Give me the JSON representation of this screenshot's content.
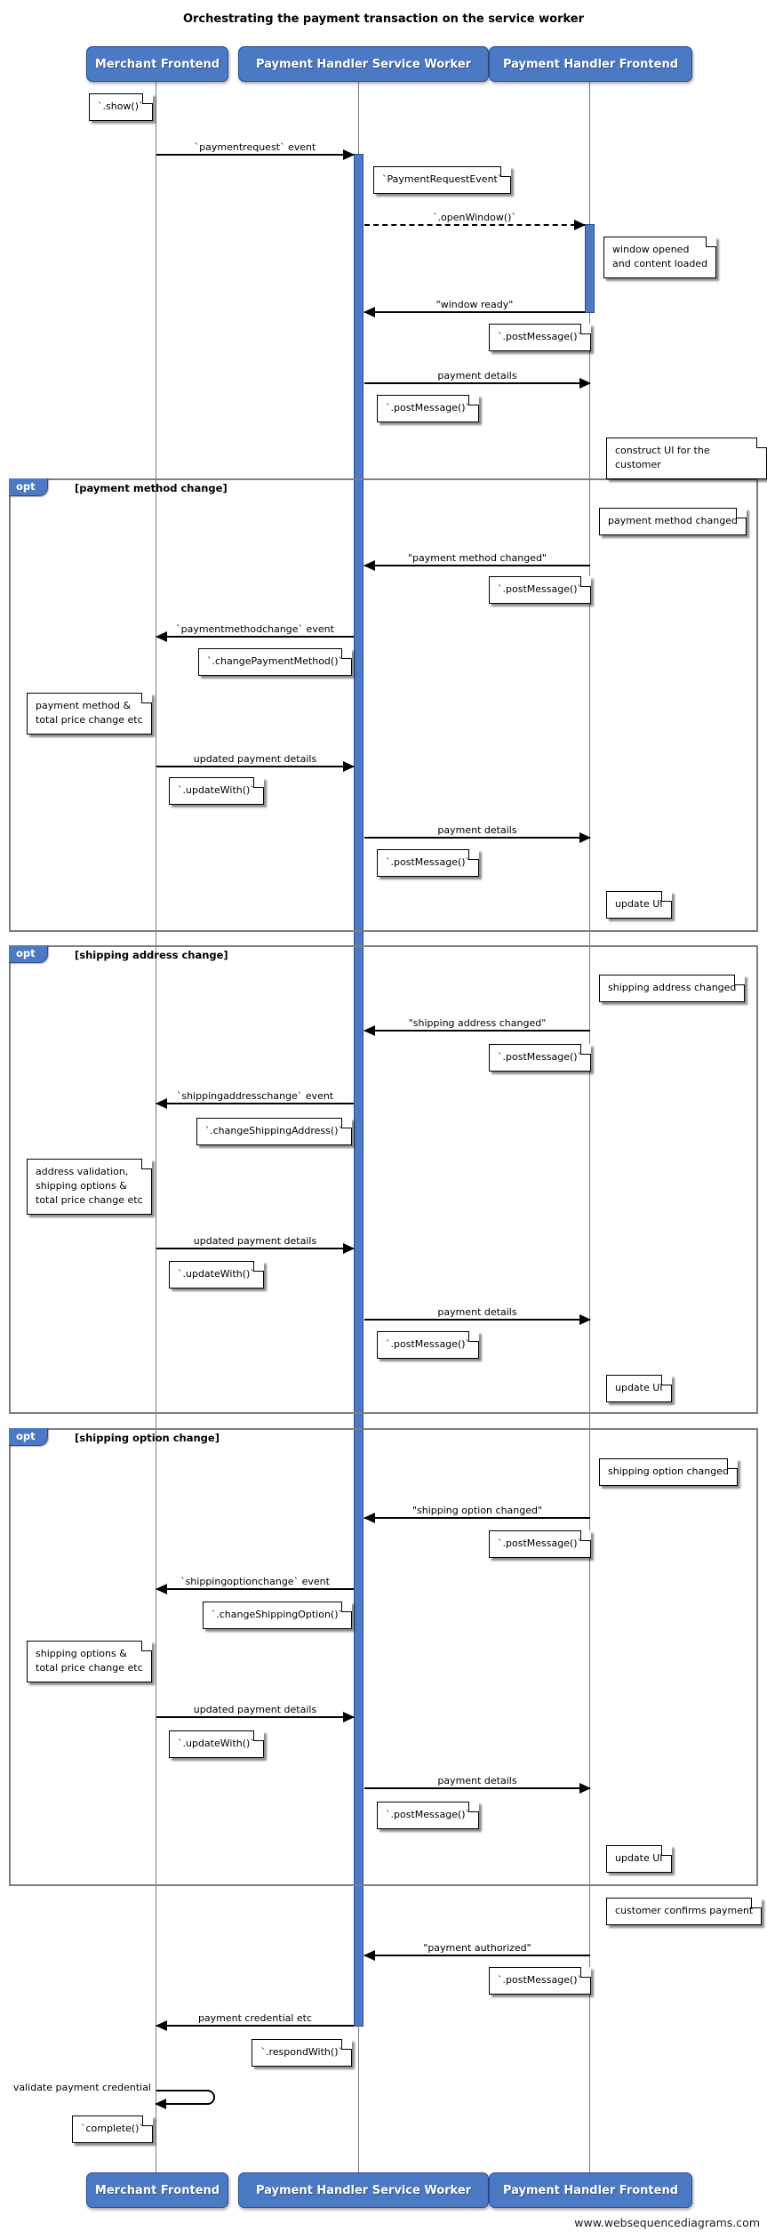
{
  "title": "Orchestrating the payment transaction on the service worker",
  "footer": "www.websequencediagrams.com",
  "colors": {
    "actor_fill": "#4b79c4",
    "actor_border": "#2d4d8e",
    "frame_border": "#7e7e7e",
    "activation_fill": "#4d79c5"
  },
  "actors": [
    {
      "label": "Merchant Frontend"
    },
    {
      "label": "Payment Handler Service Worker"
    },
    {
      "label": "Payment Handler Frontend"
    }
  ],
  "frames": [
    {
      "keyword": "opt",
      "condition": "[payment method change]"
    },
    {
      "keyword": "opt",
      "condition": "[shipping address change]"
    },
    {
      "keyword": "opt",
      "condition": "[shipping option change]"
    }
  ],
  "messages": {
    "paymentrequest_event": "`paymentrequest` event",
    "open_window": "`.openWindow()`",
    "window_ready": "\"window ready\"",
    "payment_details": "payment details",
    "payment_method_changed": "\"payment method changed\"",
    "paymentmethodchange_event": "`paymentmethodchange` event",
    "updated_payment_details": "updated payment details",
    "shipping_address_changed": "\"shipping address changed\"",
    "shippingaddresschange_event": "`shippingaddresschange` event",
    "shipping_option_changed": "\"shipping option changed\"",
    "shippingoptionchange_event": "`shippingoptionchange` event",
    "payment_authorized": "\"payment authorized\"",
    "payment_credential_etc": "payment credential etc",
    "validate_payment_credential": "validate payment credential"
  },
  "notes": {
    "show": "`.show()`",
    "payment_request_event": "`PaymentRequestEvent`",
    "window_opened": "window opened\nand content loaded",
    "post_message": "`.postMessage()`",
    "construct_ui": "construct UI for the customer",
    "payment_method_changed": "payment method changed",
    "change_payment_method": "`.changePaymentMethod()`",
    "payment_method_total_price": "payment method &\ntotal price change etc",
    "update_with": "`.updateWith()`",
    "update_ui": "update UI",
    "shipping_address_changed": "shipping address changed",
    "change_shipping_address": "`.changeShippingAddress()`",
    "address_validation": "address validation,\nshipping options &\ntotal price change etc",
    "shipping_option_changed": "shipping option changed",
    "change_shipping_option": "`.changeShippingOption()`",
    "shipping_options_total_price": "shipping options &\ntotal price change etc",
    "customer_confirms": "customer confirms payment",
    "respond_with": "`.respondWith()`",
    "complete": "`complete()`"
  }
}
